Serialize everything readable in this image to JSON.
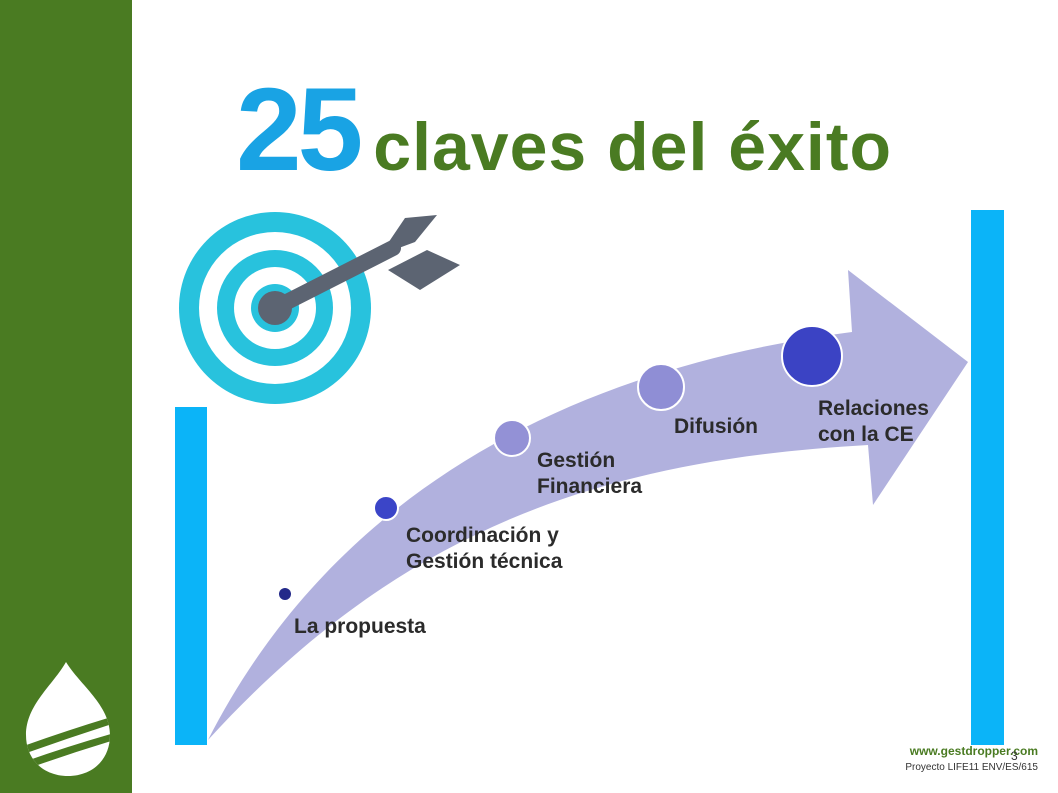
{
  "title": {
    "number": "25",
    "text": "claves del éxito"
  },
  "steps": [
    {
      "label": "La propuesta",
      "color": "#242a8a"
    },
    {
      "label": "Coordinación y\nGestión técnica",
      "color": "#3b45c8"
    },
    {
      "label": "Gestión\nFinanciera",
      "color": "#9391d6"
    },
    {
      "label": "Difusión",
      "color": "#8f8ed5"
    },
    {
      "label": "Relaciones\ncon la CE",
      "color": "#3b43c4"
    }
  ],
  "colors": {
    "sidebar": "#4a7b22",
    "title_number": "#19a3e4",
    "title_text": "#4a7b22",
    "bars": "#0bb4f8",
    "arrow": "#b1b1de"
  },
  "footer": {
    "url": "www.gestdropper.com",
    "project": "Proyecto LIFE11 ENV/ES/615",
    "page": "3"
  },
  "icons": {
    "logo": "water-drop-logo-icon",
    "target": "target-arrow-icon"
  }
}
